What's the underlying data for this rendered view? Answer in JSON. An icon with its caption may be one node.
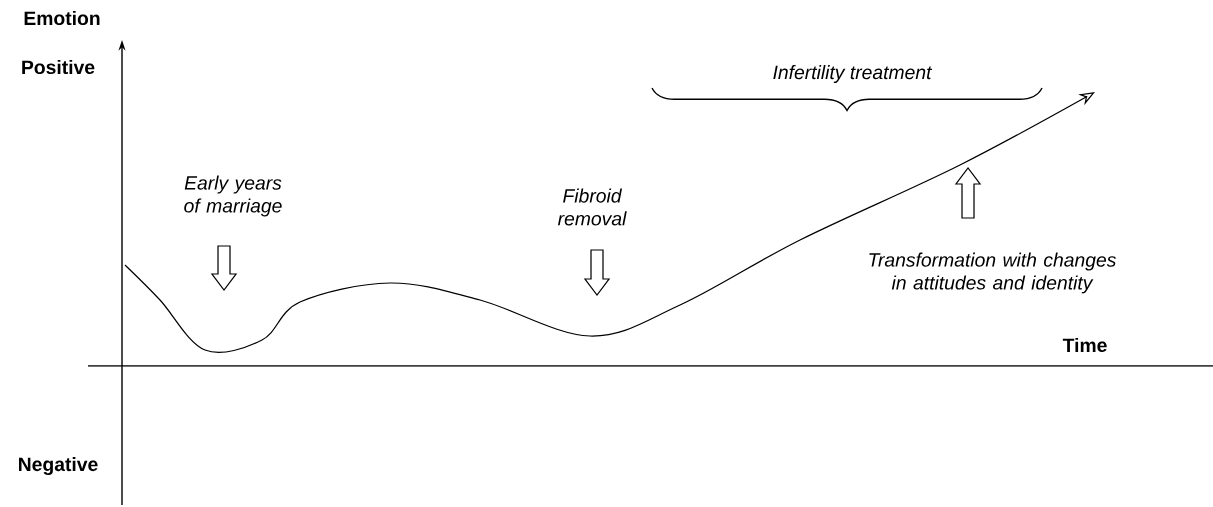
{
  "diagram": {
    "labels": [
      "Emotion",
      "Positive",
      "Infertility treatment",
      "Early years of marriage",
      "Fibroid removal",
      "Transformation with changes in attitudes and identity",
      "Time",
      "Negative"
    ]
  }
}
